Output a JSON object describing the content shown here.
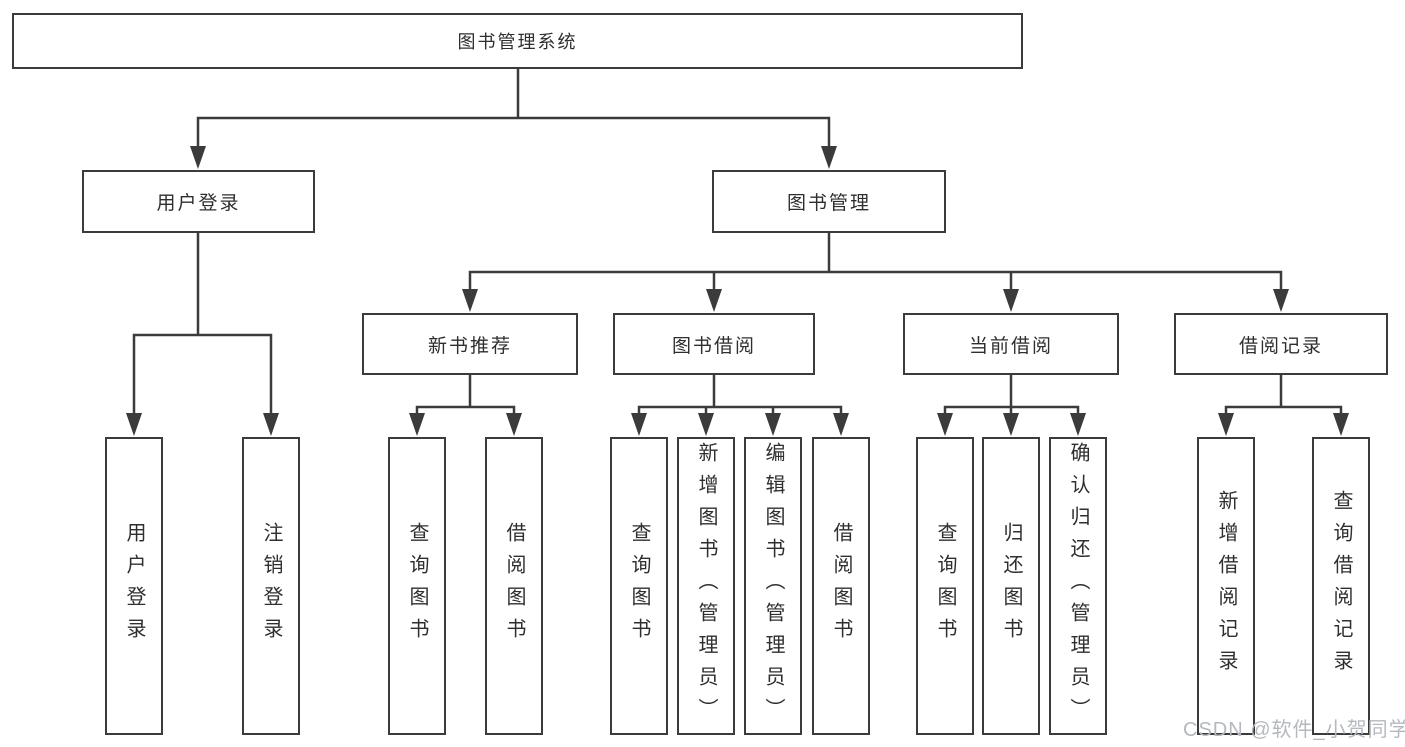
{
  "diagram": {
    "root_label": "图书管理系统",
    "watermark": "CSDN @软件_小贺同学",
    "colors": {
      "line": "#3b3b3b",
      "box_border": "#3b3b3b",
      "text": "#2f2f2f",
      "background": "#ffffff",
      "watermark": "#b5b9bf"
    },
    "branches": [
      {
        "label": "用户登录",
        "children": [
          "用户登录",
          "注销登录"
        ]
      },
      {
        "label": "图书管理",
        "sections": [
          {
            "label": "新书推荐",
            "children": [
              "查询图书",
              "借阅图书"
            ]
          },
          {
            "label": "图书借阅",
            "children": [
              "查询图书",
              "新增图书（管理员）",
              "编辑图书（管理员）",
              "借阅图书"
            ]
          },
          {
            "label": "当前借阅",
            "children": [
              "查询图书",
              "归还图书",
              "确认归还（管理员）"
            ]
          },
          {
            "label": "借阅记录",
            "children": [
              "新增借阅记录",
              "查询借阅记录"
            ]
          }
        ]
      }
    ]
  }
}
